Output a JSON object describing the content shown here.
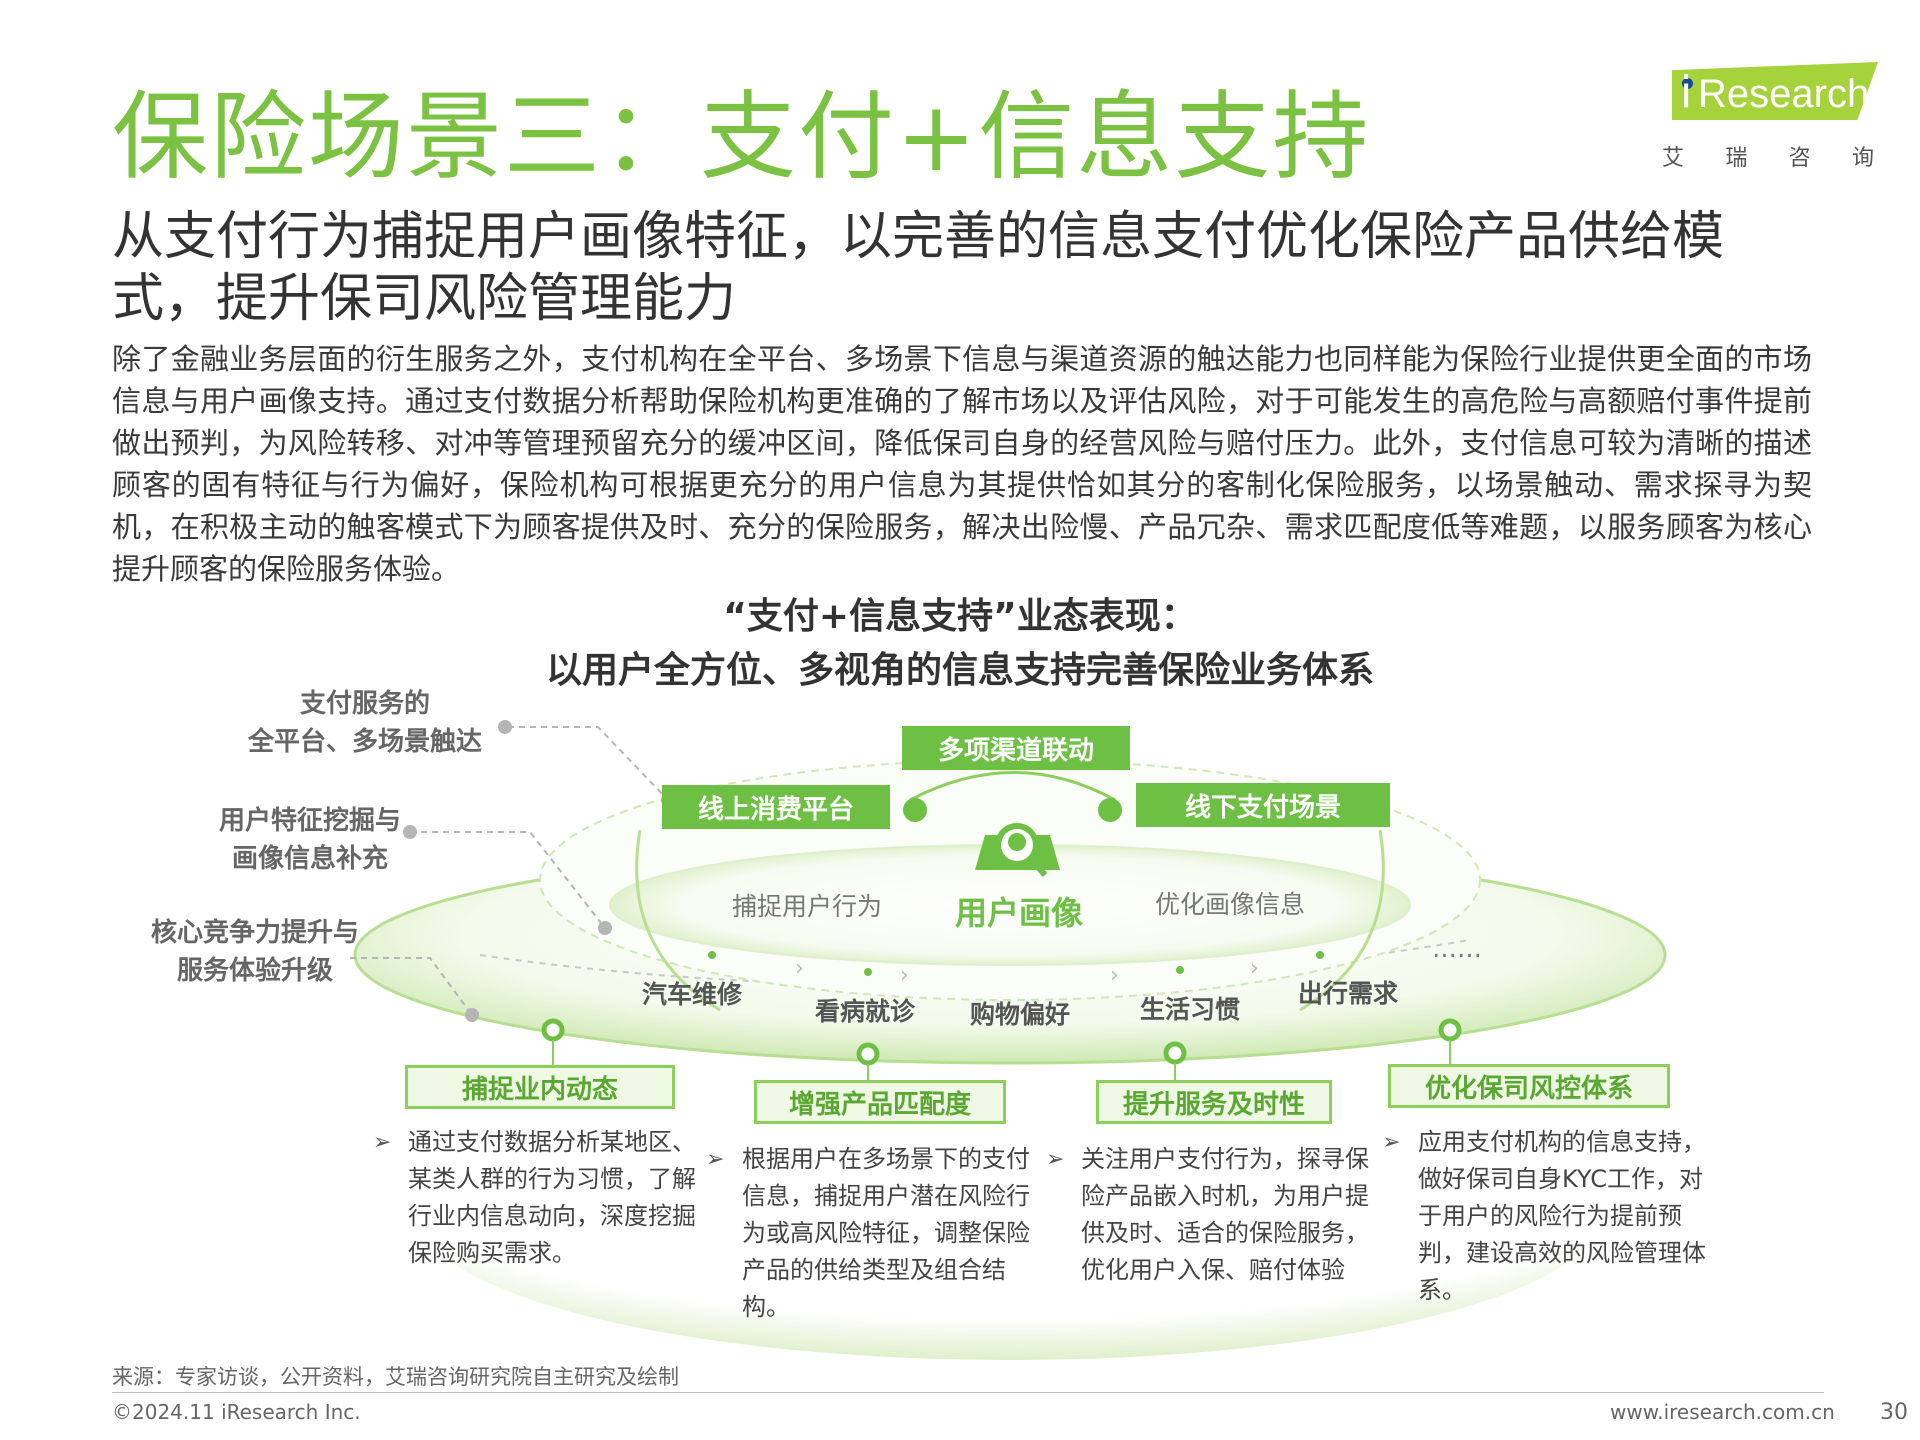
{
  "header": {
    "title": "保险场景三：支付+信息支持",
    "subtitle": "从支付行为捕捉用户画像特征，以完善的信息支付优化保险产品供给模式，提升保司风险管理能力",
    "intro": "除了金融业务层面的衍生服务之外，支付机构在全平台、多场景下信息与渠道资源的触达能力也同样能为保险行业提供更全面的市场信息与用户画像支持。通过支付数据分析帮助保险机构更准确的了解市场以及评估风险，对于可能发生的高危险与高额赔付事件提前做出预判，为风险转移、对冲等管理预留充分的缓冲区间，降低保司自身的经营风险与赔付压力。此外，支付信息可较为清晰的描述顾客的固有特征与行为偏好，保险机构可根据更充分的用户信息为其提供恰如其分的客制化保险服务，以场景触动、需求探寻为契机，在积极主动的触客模式下为顾客提供及时、充分的保险服务，解决出险慢、产品冗杂、需求匹配度低等难题，以服务顾客为核心提升顾客的保险服务体验。"
  },
  "logo": {
    "i": "i",
    "text": "Research",
    "cn": [
      "艾",
      "瑞",
      "咨",
      "询"
    ]
  },
  "diagram": {
    "title1": "“支付+信息支持”业态表现：",
    "title2": "以用户全方位、多视角的信息支持完善保险业务体系",
    "annotations": {
      "a1_line1": "支付服务的",
      "a1_line2": "全平台、多场景触达",
      "a2_line1": "用户特征挖掘与",
      "a2_line2": "画像信息补充",
      "a3_line1": "核心竞争力提升与",
      "a3_line2": "服务体验升级"
    },
    "top_pills": {
      "center": "多项渠道联动",
      "left": "线上消费平台",
      "right": "线下支付场景"
    },
    "core": {
      "left": "捕捉用户行为",
      "center": "用户画像",
      "right": "优化画像信息"
    },
    "categories": [
      "汽车维修",
      "看病就诊",
      "购物偏好",
      "生活习惯",
      "出行需求"
    ],
    "ellipsis": "……",
    "boxes": [
      {
        "label": "捕捉业内动态",
        "desc": "通过支付数据分析某地区、某类人群的行为习惯，了解行业内信息动向，深度挖掘保险购买需求。"
      },
      {
        "label": "增强产品匹配度",
        "desc": "根据用户在多场景下的支付信息，捕捉用户潜在风险行为或高风险特征，调整保险产品的供给类型及组合结构。"
      },
      {
        "label": "提升服务及时性",
        "desc": "关注用户支付行为，探寻保险产品嵌入时机，为用户提供及时、适合的保险服务，优化用户入保、赔付体验"
      },
      {
        "label": "优化保司风控体系",
        "desc": "应用支付机构的信息支持，做好保司自身KYC工作，对于用户的风险行为提前预判，建设高效的风险管理体系。"
      }
    ],
    "bullet": "➢"
  },
  "footer": {
    "source": "来源：专家访谈，公开资料，艾瑞咨询研究院自主研究及绘制",
    "copyright": "©2024.11 iResearch Inc.",
    "site": "www.iresearch.com.cn",
    "page": "30"
  },
  "colors": {
    "accent": "#7cc242",
    "pill": "#6ec044",
    "logo": "#a6d23b"
  }
}
